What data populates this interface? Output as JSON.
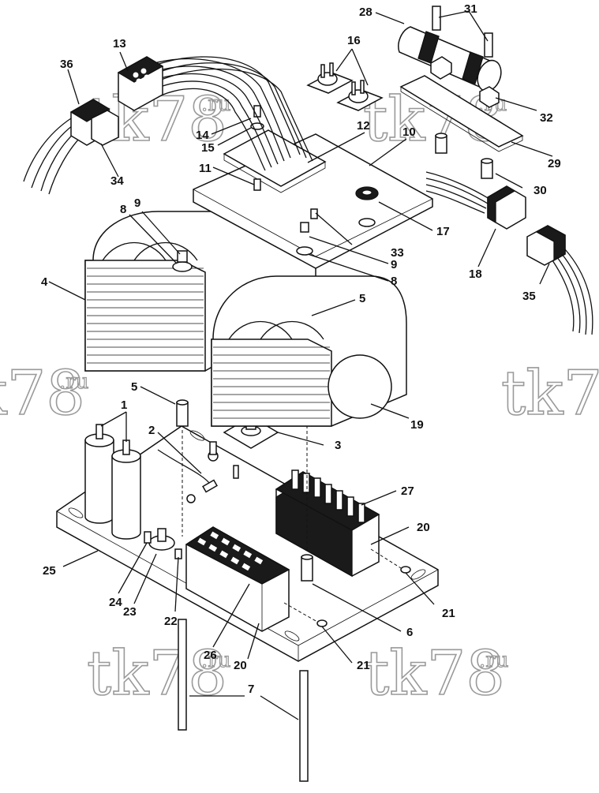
{
  "watermark": {
    "main": "tk78",
    "suffix": ".ru"
  },
  "callouts": [
    {
      "id": "c1",
      "text": "1"
    },
    {
      "id": "c2",
      "text": "2"
    },
    {
      "id": "c3",
      "text": "3"
    },
    {
      "id": "c4",
      "text": "4"
    },
    {
      "id": "c5a",
      "text": "5"
    },
    {
      "id": "c5b",
      "text": "5"
    },
    {
      "id": "c6",
      "text": "6"
    },
    {
      "id": "c7",
      "text": "7"
    },
    {
      "id": "c8a",
      "text": "8"
    },
    {
      "id": "c8b",
      "text": "8"
    },
    {
      "id": "c9a",
      "text": "9"
    },
    {
      "id": "c9b",
      "text": "9"
    },
    {
      "id": "c10",
      "text": "10"
    },
    {
      "id": "c11",
      "text": "11"
    },
    {
      "id": "c12",
      "text": "12"
    },
    {
      "id": "c13",
      "text": "13"
    },
    {
      "id": "c14",
      "text": "14"
    },
    {
      "id": "c15",
      "text": "15"
    },
    {
      "id": "c16",
      "text": "16"
    },
    {
      "id": "c17",
      "text": "17"
    },
    {
      "id": "c18",
      "text": "18"
    },
    {
      "id": "c19",
      "text": "19"
    },
    {
      "id": "c20a",
      "text": "20"
    },
    {
      "id": "c20b",
      "text": "20"
    },
    {
      "id": "c21a",
      "text": "21"
    },
    {
      "id": "c21b",
      "text": "21"
    },
    {
      "id": "c22",
      "text": "22"
    },
    {
      "id": "c23",
      "text": "23"
    },
    {
      "id": "c24",
      "text": "24"
    },
    {
      "id": "c25",
      "text": "25"
    },
    {
      "id": "c26",
      "text": "26"
    },
    {
      "id": "c27",
      "text": "27"
    },
    {
      "id": "c28",
      "text": "28"
    },
    {
      "id": "c29",
      "text": "29"
    },
    {
      "id": "c30",
      "text": "30"
    },
    {
      "id": "c31",
      "text": "31"
    },
    {
      "id": "c32",
      "text": "32"
    },
    {
      "id": "c33",
      "text": "33"
    },
    {
      "id": "c34",
      "text": "34"
    },
    {
      "id": "c35",
      "text": "35"
    },
    {
      "id": "c36",
      "text": "36"
    }
  ]
}
